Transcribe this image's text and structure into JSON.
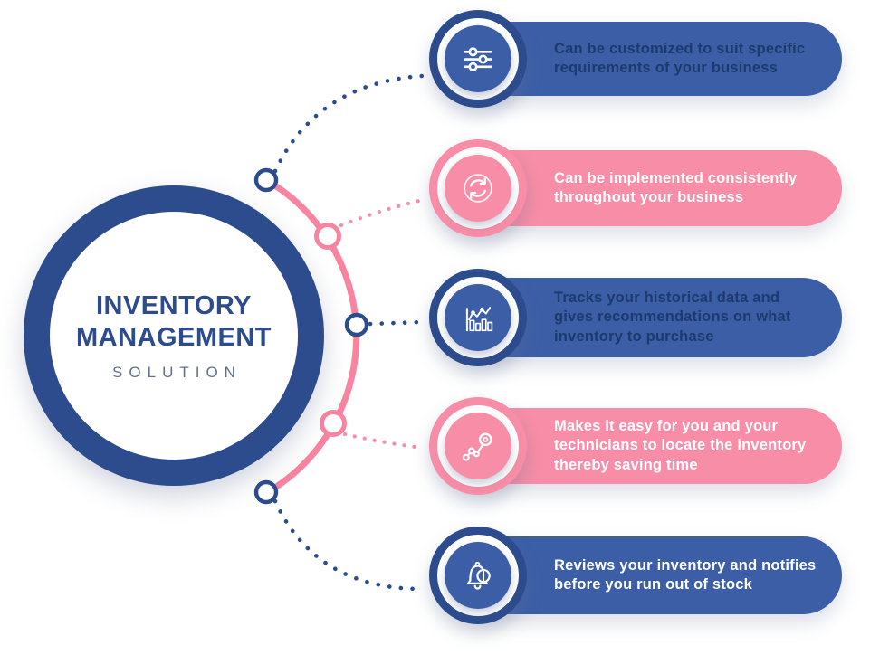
{
  "center": {
    "title": "INVENTORY\nMANAGEMENT",
    "subtitle": "SOLUTION"
  },
  "items": [
    {
      "icon": "sliders-icon",
      "color": "blue",
      "label": "Can be customized to suit specific\nrequirements of your business"
    },
    {
      "icon": "sync-arrows-icon",
      "color": "pink",
      "label": "Can be implemented consistently\nthroughout your business"
    },
    {
      "icon": "bar-chart-icon",
      "color": "blue",
      "label": "Tracks your historical data and\ngives recommendations on what\ninventory to purchase"
    },
    {
      "icon": "route-pin-icon",
      "color": "pink",
      "label": "Makes it easy for you and your\ntechnicians to locate the inventory\nthereby saving time"
    },
    {
      "icon": "bell-alert-icon",
      "color": "blue",
      "label": "Reviews your inventory and notifies\nbefore you run out of stock"
    }
  ],
  "colors": {
    "navy": "#2d4c8d",
    "blue_fill": "#3c5ea7",
    "pink": "#f8849f",
    "pink_fill": "#f78da6",
    "text_dark": "#1c3a6b",
    "text_light": "#ffffff",
    "subtitle": "#5d708f",
    "background": "#ffffff"
  }
}
